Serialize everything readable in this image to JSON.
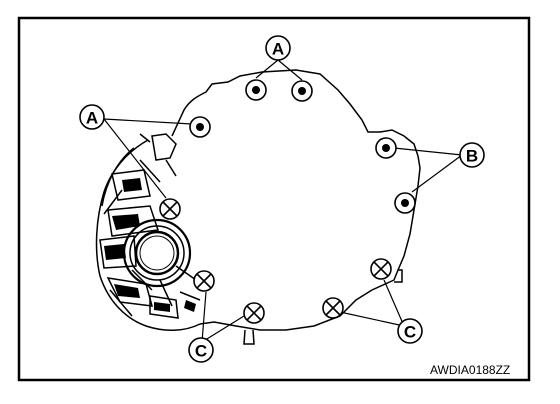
{
  "diagram": {
    "callouts": [
      {
        "id": "a_top",
        "letter": "A"
      },
      {
        "id": "a_left",
        "letter": "A"
      },
      {
        "id": "b_right",
        "letter": "B"
      },
      {
        "id": "c_bottom_left",
        "letter": "C"
      },
      {
        "id": "c_bottom_right",
        "letter": "C"
      }
    ],
    "figure_code": "AWDIA0188ZZ"
  }
}
